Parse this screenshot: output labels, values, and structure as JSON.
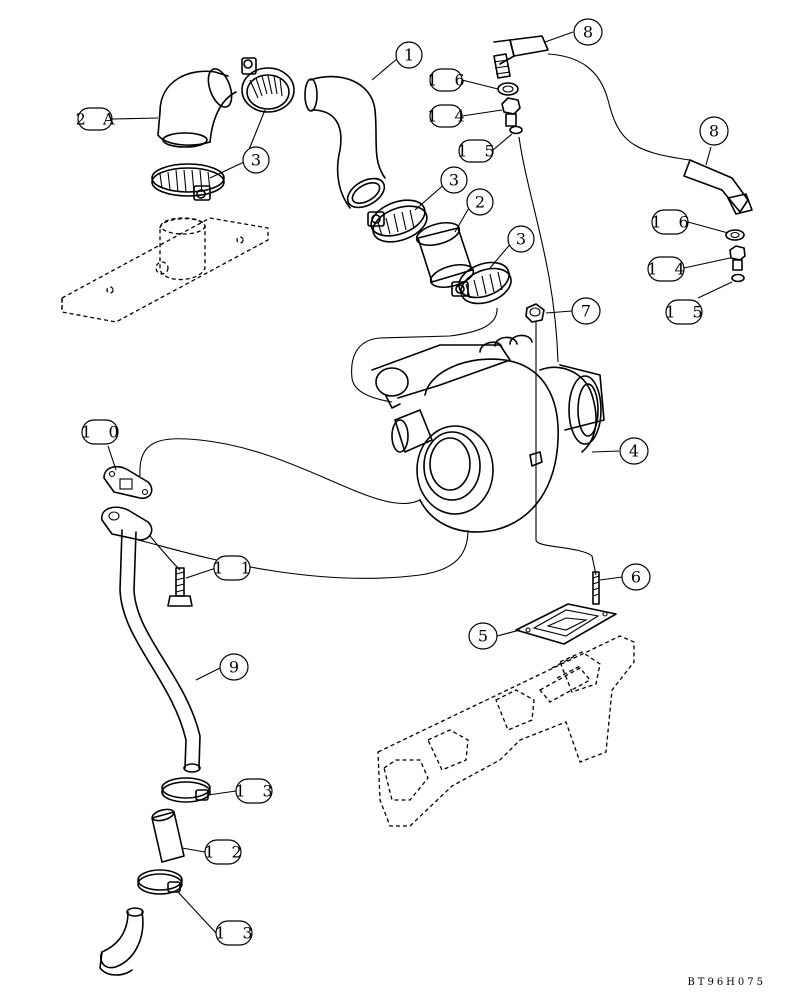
{
  "callouts": {
    "c1": "1",
    "c2": "2",
    "c2a": "2 A",
    "c3a": "3",
    "c3b": "3",
    "c3c": "3",
    "c4": "4",
    "c5": "5",
    "c6": "6",
    "c7": "7",
    "c8a": "8",
    "c8b": "8",
    "c9": "9",
    "c10": "1 0",
    "c11": "1 1",
    "c12": "1 2",
    "c13a": "1 3",
    "c13b": "1 3",
    "c14a": "1 4",
    "c14b": "1 4",
    "c15a": "1 5",
    "c15b": "1 5",
    "c16a": "1 6",
    "c16b": "1 6"
  },
  "figure_ref": "BT96H075"
}
